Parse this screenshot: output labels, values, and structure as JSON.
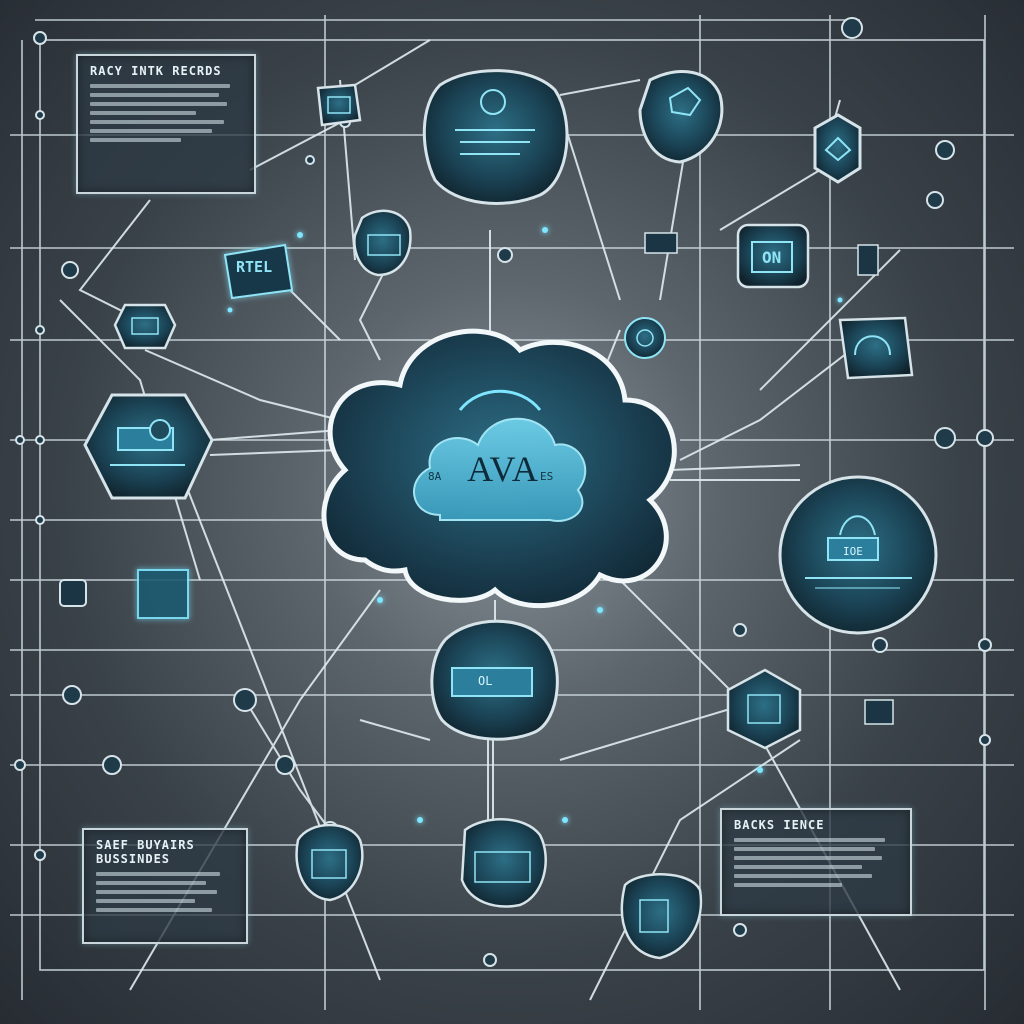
{
  "diagram": {
    "center_label": "AVA",
    "center_side_left": "8A",
    "center_side_right": "ES",
    "panels": {
      "top_left": {
        "title": "RACY INTK RECRDS"
      },
      "bottom_left": {
        "title": "SAEF BUYAIRS BUSSINDES"
      },
      "bottom_right": {
        "title": "BACKS IENCE"
      }
    },
    "node_labels": {
      "rtl": "RTEL",
      "ol": "OL",
      "on": "ON",
      "ioe": "IOE"
    },
    "colors": {
      "accent": "#5ad8f2",
      "node_fill": "#1e4a5c",
      "line": "#d6e3e8",
      "panel_border": "#c9d6dc"
    }
  }
}
